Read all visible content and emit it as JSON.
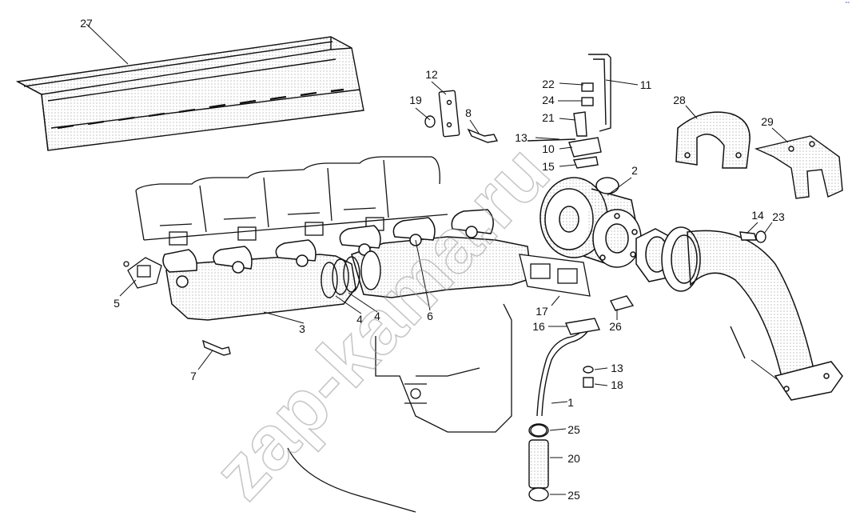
{
  "watermark": "zap-kama.ru",
  "corner_mark": "°°",
  "colors": {
    "line": "#111111",
    "shade": "#c8c8c8",
    "watermark": "#9a9a9a"
  },
  "callouts": [
    "1",
    "2",
    "3",
    "4",
    "4",
    "5",
    "6",
    "7",
    "8",
    "10",
    "11",
    "12",
    "13",
    "13",
    "14",
    "15",
    "16",
    "17",
    "18",
    "19",
    "20",
    "21",
    "22",
    "23",
    "24",
    "25",
    "25",
    "26",
    "27",
    "28",
    "29"
  ]
}
